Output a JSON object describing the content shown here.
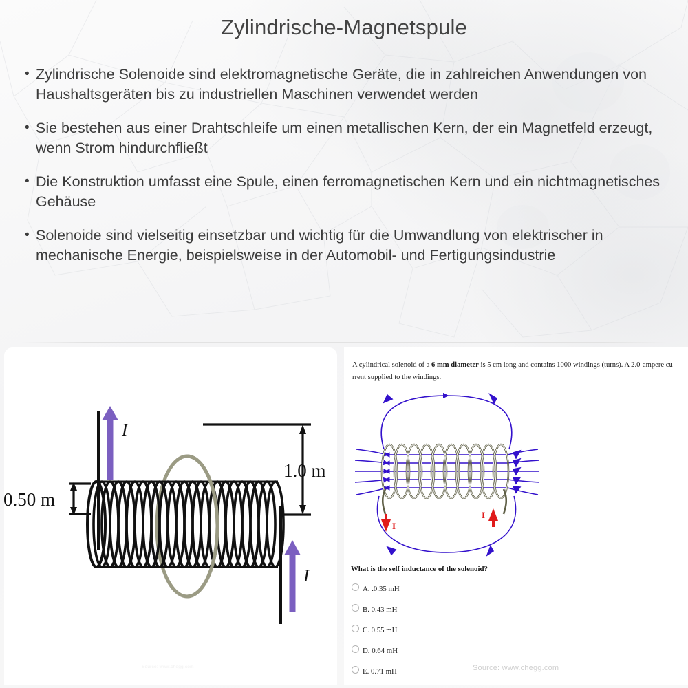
{
  "header": {
    "title": "Zylindrische-Magnetspule"
  },
  "bullets": [
    "Zylindrische Solenoide sind elektromagnetische Geräte, die in zahlreichen Anwendungen von Haushaltsgeräten bis zu industriellen Maschinen verwendet werden",
    "Sie bestehen aus einer Drahtschleife um einen metallischen Kern, der ein Magnetfeld erzeugt, wenn Strom hindurchfließt",
    "Die Konstruktion umfasst eine Spule, einen ferromagnetischen Kern und ein nichtmagnetisches Gehäuse",
    "Solenoide sind vielseitig einsetzbar und wichtig für die Umwandlung von elektrischer in mechanische Energie, beispielsweise in der Automobil- und Fertigungsindustrie"
  ],
  "left_panel": {
    "figure": {
      "label_diameter": "0.50 m",
      "label_length": "1.0 m",
      "current_label_top": "I",
      "current_label_bottom": "I",
      "arrow_color": "#7b5fc0",
      "coil_color": "#111111",
      "ring_color": "#9b9b84"
    },
    "source": "Source: www.chegg.com"
  },
  "right_panel": {
    "problem": {
      "part1": "A cylindrical solenoid of a ",
      "bold": "6 mm diameter",
      "part2": " is 5 cm long and contains 1000 windings (turns). A 2.0-ampere cu rrent supplied to the windings."
    },
    "figure": {
      "field_line_color": "#3311cc",
      "coil_color": "#6b6b4f",
      "current_color": "#e01b1b",
      "current_label_left": "I",
      "current_label_right": "I"
    },
    "question": "What is the self inductance of the solenoid?",
    "options": [
      {
        "letter": "A.",
        "value": ".0.35 mH"
      },
      {
        "letter": "B.",
        "value": "0.43 mH"
      },
      {
        "letter": "C.",
        "value": "0.55 mH"
      },
      {
        "letter": "D.",
        "value": "0.64 mH"
      },
      {
        "letter": "E.",
        "value": "0.71 mH"
      }
    ],
    "source": "Source: www.chegg.com"
  },
  "colors": {
    "background": "#f7f7f7",
    "text": "#3c3c3c",
    "panel": "#ffffff",
    "divider": "#e2e2e2"
  }
}
